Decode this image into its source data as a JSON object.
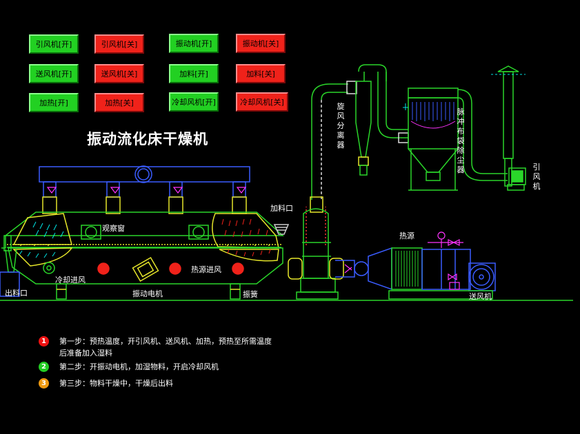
{
  "buttons": [
    {
      "label": "引风机[开]",
      "state": "on"
    },
    {
      "label": "引风机[关]",
      "state": "off"
    },
    {
      "label": "振动机[开]",
      "state": "on"
    },
    {
      "label": "振动机[关]",
      "state": "off"
    },
    {
      "label": "送风机[开]",
      "state": "on"
    },
    {
      "label": "送风机[关]",
      "state": "off"
    },
    {
      "label": "加料[开]",
      "state": "on"
    },
    {
      "label": "加料[关]",
      "state": "off"
    },
    {
      "label": "加热[开]",
      "state": "on"
    },
    {
      "label": "加热[关]",
      "state": "off"
    },
    {
      "label": "冷却风机[开]",
      "state": "on"
    },
    {
      "label": "冷却风机[关]",
      "state": "off"
    }
  ],
  "title": "振动流化床干燥机",
  "labels": {
    "observation_window": "观察窗",
    "feed_inlet": "加料口",
    "discharge_outlet": "出料口",
    "cooling_air_inlet": "冷却进风",
    "vibration_motor": "振动电机",
    "heat_air_inlet": "热源进风",
    "spring": "振簧",
    "heat_source": "热源",
    "blower": "送风机",
    "cyclone": "旋风分离器",
    "bag_filter": "脉冲布袋除尘器",
    "induced_fan": "引风机"
  },
  "steps": [
    {
      "num": "1",
      "color": "#ee1111",
      "text": "第一步：预热温度，开引风机、送风机、加热，预热至所需温度后准备加入湿料"
    },
    {
      "num": "2",
      "color": "#22cc22",
      "text": "第二步：开振动电机，加湿物料，开启冷却风机"
    },
    {
      "num": "3",
      "color": "#f09a10",
      "text": "第三步：物料干燥中，干燥后出料"
    }
  ]
}
